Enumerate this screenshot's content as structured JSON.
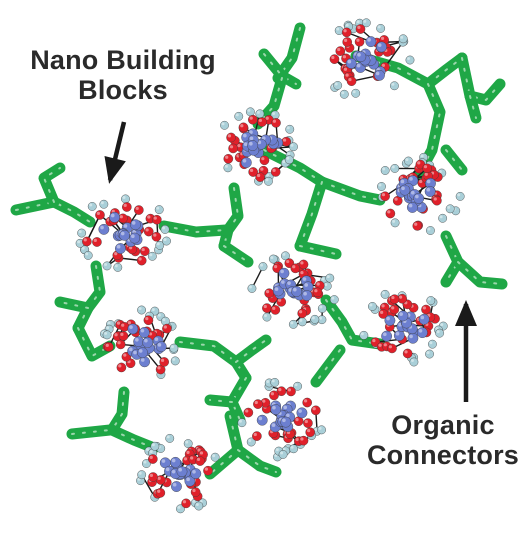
{
  "labels": {
    "nano_line1": "Nano Building",
    "nano_line2": "Blocks",
    "organic_line1": "Organic",
    "organic_line2": "Connectors"
  },
  "colors": {
    "connector": "#1fa746",
    "atom_red": "#e0202a",
    "atom_blue": "#6c7fd0",
    "atom_lightblue": "#a9cfd8",
    "atom_black": "#1a1a1a",
    "arrow": "#1a1a1a",
    "text": "#2a2a2a"
  }
}
